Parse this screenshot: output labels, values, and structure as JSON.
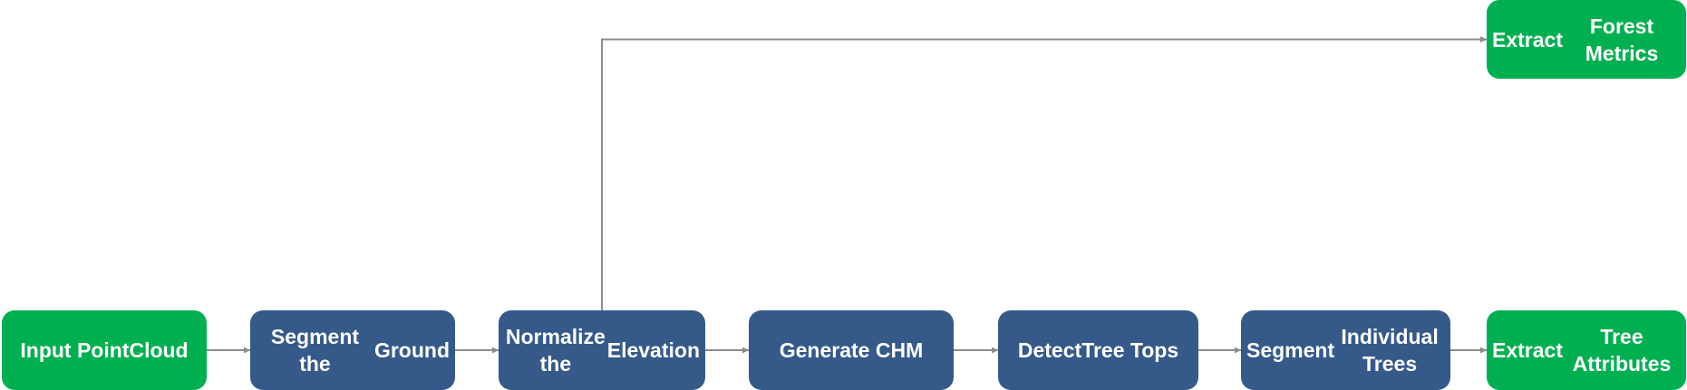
{
  "colors": {
    "start_end": "#00b050",
    "process": "#355a8a",
    "connector": "#8c8c8c",
    "text": "#ffffff"
  },
  "nodes": [
    {
      "id": "input-point-cloud",
      "lines": [
        "Input Point",
        "Cloud"
      ],
      "kind": "start_end"
    },
    {
      "id": "segment-ground",
      "lines": [
        "Segment the",
        "Ground"
      ],
      "kind": "process"
    },
    {
      "id": "normalize-elevation",
      "lines": [
        "Normalize the",
        "Elevation"
      ],
      "kind": "process"
    },
    {
      "id": "generate-chm",
      "lines": [
        "Generate CHM"
      ],
      "kind": "process"
    },
    {
      "id": "detect-tree-tops",
      "lines": [
        "Detect",
        "Tree Tops"
      ],
      "kind": "process"
    },
    {
      "id": "segment-individual-trees",
      "lines": [
        "Segment",
        "Individual Trees"
      ],
      "kind": "process"
    },
    {
      "id": "extract-tree-attributes",
      "lines": [
        "Extract",
        "Tree Attributes"
      ],
      "kind": "start_end"
    },
    {
      "id": "extract-forest-metrics",
      "lines": [
        "Extract",
        "Forest Metrics"
      ],
      "kind": "start_end"
    }
  ],
  "edges": [
    {
      "from": "input-point-cloud",
      "to": "segment-ground"
    },
    {
      "from": "segment-ground",
      "to": "normalize-elevation"
    },
    {
      "from": "normalize-elevation",
      "to": "generate-chm"
    },
    {
      "from": "generate-chm",
      "to": "detect-tree-tops"
    },
    {
      "from": "detect-tree-tops",
      "to": "segment-individual-trees"
    },
    {
      "from": "segment-individual-trees",
      "to": "extract-tree-attributes"
    },
    {
      "from": "normalize-elevation",
      "to": "extract-forest-metrics"
    }
  ]
}
